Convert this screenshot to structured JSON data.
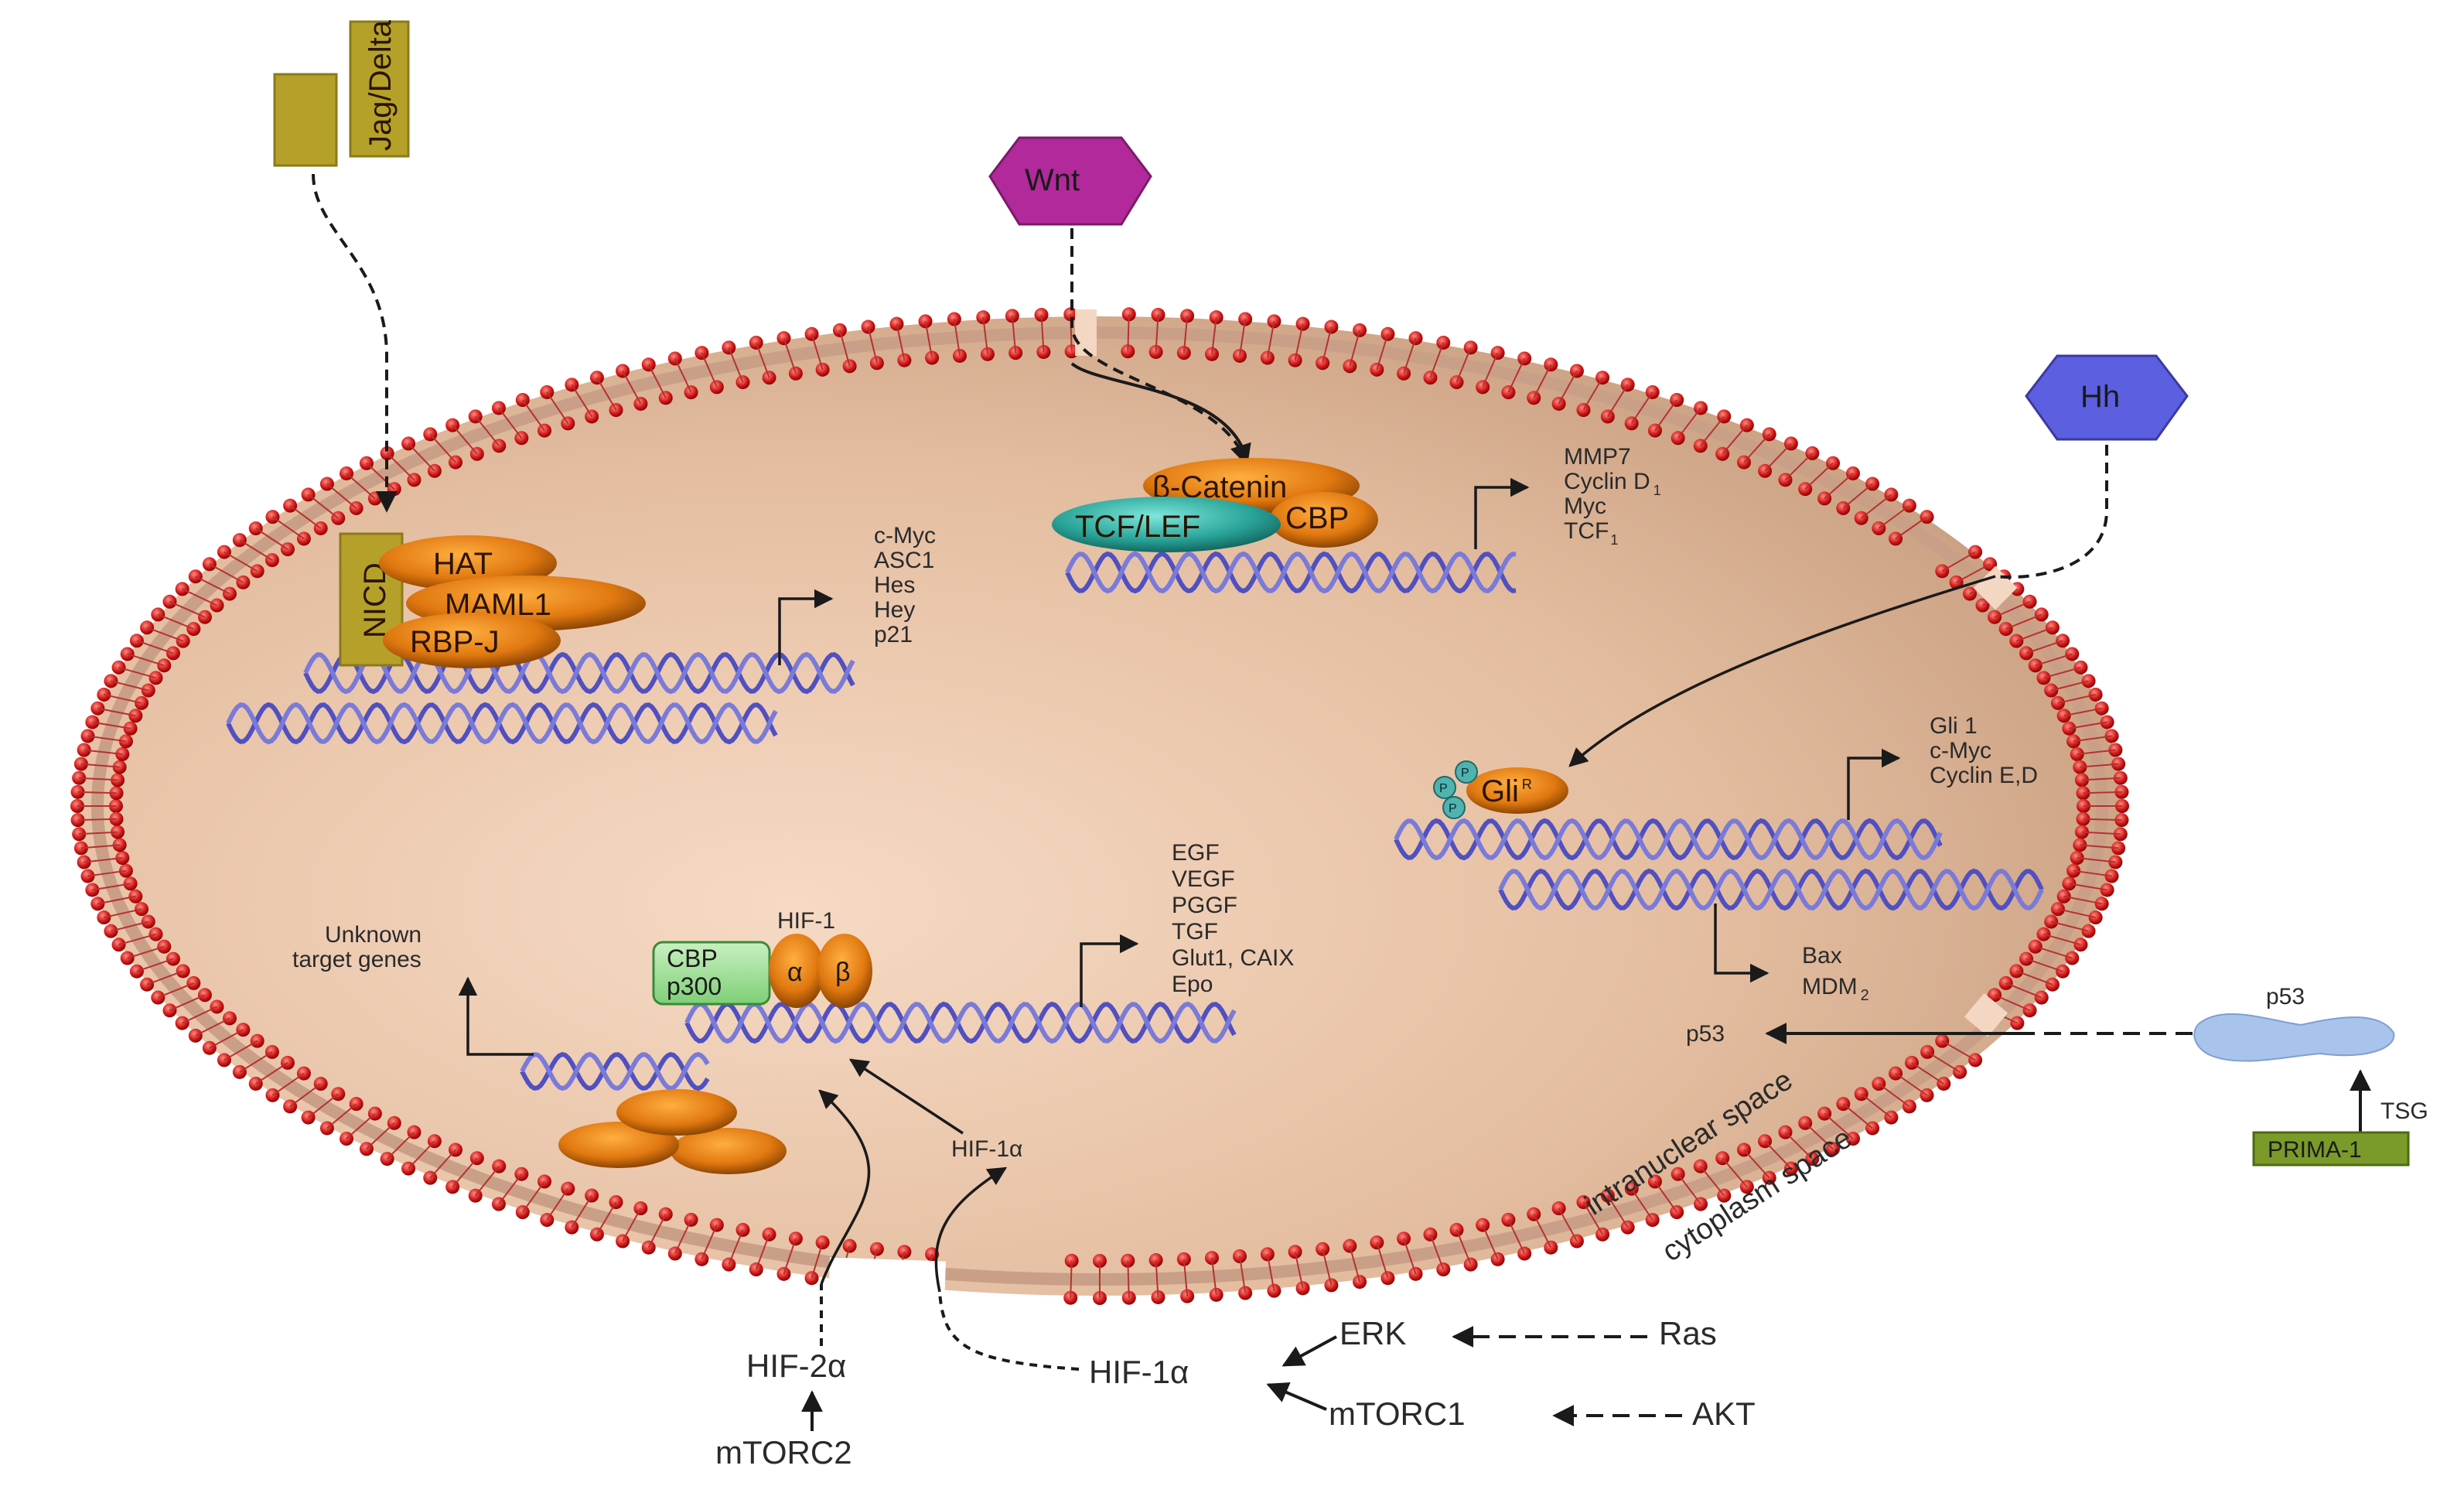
{
  "ligands": {
    "jag_delta": "Jag/Delta",
    "wnt": "Wnt",
    "hh": "Hh",
    "p53_ext": "p53",
    "tsg": "TSG",
    "prima1": "PRIMA-1"
  },
  "notch": {
    "nicd": "NICD",
    "hat": "HAT",
    "maml1": "MAML1",
    "rbpj": "RBP-J",
    "targets": [
      "c-Myc",
      "ASC1",
      "Hes",
      "Hey",
      "p21"
    ]
  },
  "wnt_complex": {
    "beta_catenin": "β-Catenin",
    "tcf_lef": "TCF/LEF",
    "cbp": "CBP",
    "targets": [
      {
        "main": "MMP7",
        "sub": ""
      },
      {
        "main": "Cyclin D",
        "sub": "1"
      },
      {
        "main": "Myc",
        "sub": ""
      },
      {
        "main": "TCF",
        "sub": "1"
      }
    ]
  },
  "hh_complex": {
    "gli": "Gli",
    "gli_sup": "R",
    "p": "P",
    "targets": [
      "Gli 1",
      "c-Myc",
      "Cyclin E,D"
    ],
    "targets2": [
      {
        "main": "Bax",
        "sub": ""
      },
      {
        "main": "MDM",
        "sub": "2"
      }
    ],
    "p53_inside": "p53"
  },
  "hif": {
    "unknown_targets": [
      "Unknown",
      "target genes"
    ],
    "hif1_label": "HIF-1",
    "cbp": "CBP",
    "p300": "p300",
    "alpha": "α",
    "beta": "β",
    "targets": [
      "EGF",
      "VEGF",
      "PGGF",
      "TGF",
      "Glut1, CAIX",
      "Epo"
    ],
    "hif1a_inside": "HIF-1α",
    "hif2a": "HIF-2α",
    "mtorc2": "mTORC2",
    "hif1a": "HIF-1α",
    "erk": "ERK",
    "ras": "Ras",
    "mtorc1": "mTORC1",
    "akt": "AKT"
  },
  "spaces": {
    "intranuclear": "intranuclear space",
    "cytoplasm": "cytoplasm space"
  },
  "colors": {
    "membrane": "#c01818",
    "nucleus_fill": "#e8c3a8",
    "protein_orange": "#d06a10",
    "dna": "#5a5ac8",
    "teal": "#2aa59a",
    "olive": "#b5a12a",
    "wnt_magenta": "#b1299a",
    "hh_blue": "#5b5fe0",
    "green_box": "#7a9a2a"
  }
}
